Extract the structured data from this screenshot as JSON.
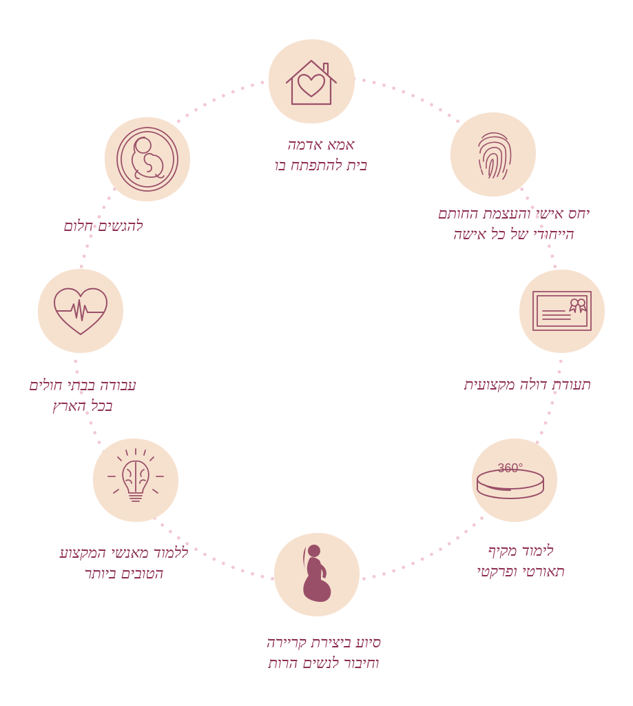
{
  "colors": {
    "accent": "#8c2b50",
    "circle_fill": "#f6e1cf",
    "icon_stroke": "#9a4f68",
    "dots": "#f2c8d2"
  },
  "items": [
    {
      "icon": "home-heart-icon",
      "lines": [
        "אמא אדמה",
        "בית להתפתח בו"
      ]
    },
    {
      "icon": "fingerprint-icon",
      "lines": [
        "יחס אישי והעצמת החותם",
        "הייחודי של כל אישה"
      ]
    },
    {
      "icon": "certificate-icon",
      "lines": [
        "תעודת דולה מקצועית"
      ]
    },
    {
      "icon": "rotation-360-icon",
      "icon_text": "360°",
      "lines": [
        "לימוד מקיף",
        "תאורטי ופרקטי"
      ]
    },
    {
      "icon": "pregnant-woman-icon",
      "lines": [
        "סיוע ביצירת קריירה",
        "וחיבור לנשים הרות"
      ]
    },
    {
      "icon": "brain-lightbulb-icon",
      "lines": [
        "ללמוד מאנשי המקצוע",
        "הטובים ביותר"
      ]
    },
    {
      "icon": "heartbeat-icon",
      "lines": [
        "עבודה בבתי חולים",
        "בכל הארץ"
      ]
    },
    {
      "icon": "embryo-icon",
      "lines": [
        "להגשים חלום"
      ]
    }
  ]
}
